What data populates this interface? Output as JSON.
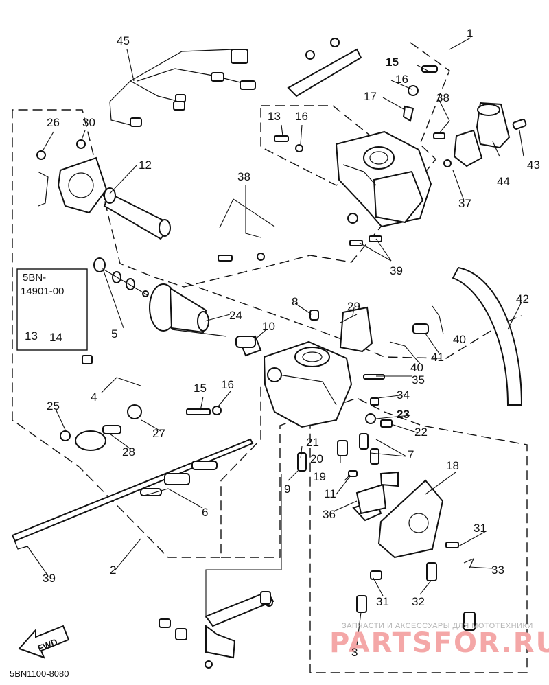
{
  "diagram_code": "5BN1100-8080",
  "kit": {
    "line1": "5BN-",
    "line2": "14901-00"
  },
  "fwd_label": "FWD",
  "watermark": {
    "line1": "ЗАПЧАСТИ И АКСЕССУАРЫ ДЛЯ МОТОТЕХНИКИ",
    "line2": "PARTSFOR.RU"
  },
  "callouts": {
    "c1": "1",
    "c2": "2",
    "c3": "3",
    "c4": "4",
    "c5": "5",
    "c6": "6",
    "c7": "7",
    "c8": "8",
    "c9": "9",
    "c10": "10",
    "c11": "11",
    "c12": "12",
    "c13a": "13",
    "c13b": "13",
    "c14": "14",
    "c15a": "15",
    "c15b": "15",
    "c16a": "16",
    "c16b": "16",
    "c16c": "16",
    "c17": "17",
    "c18": "18",
    "c19": "19",
    "c20": "20",
    "c21": "21",
    "c22": "22",
    "c23": "23",
    "c24": "24",
    "c25": "25",
    "c26": "26",
    "c27": "27",
    "c28": "28",
    "c29": "29",
    "c30": "30",
    "c31a": "31",
    "c31b": "31",
    "c32": "32",
    "c33": "33",
    "c34": "34",
    "c35": "35",
    "c36": "36",
    "c37": "37",
    "c38a": "38",
    "c38b": "38",
    "c39a": "39",
    "c39b": "39",
    "c40a": "40",
    "c40b": "40",
    "c41": "41",
    "c42": "42",
    "c43": "43",
    "c44": "44",
    "c45": "45"
  }
}
